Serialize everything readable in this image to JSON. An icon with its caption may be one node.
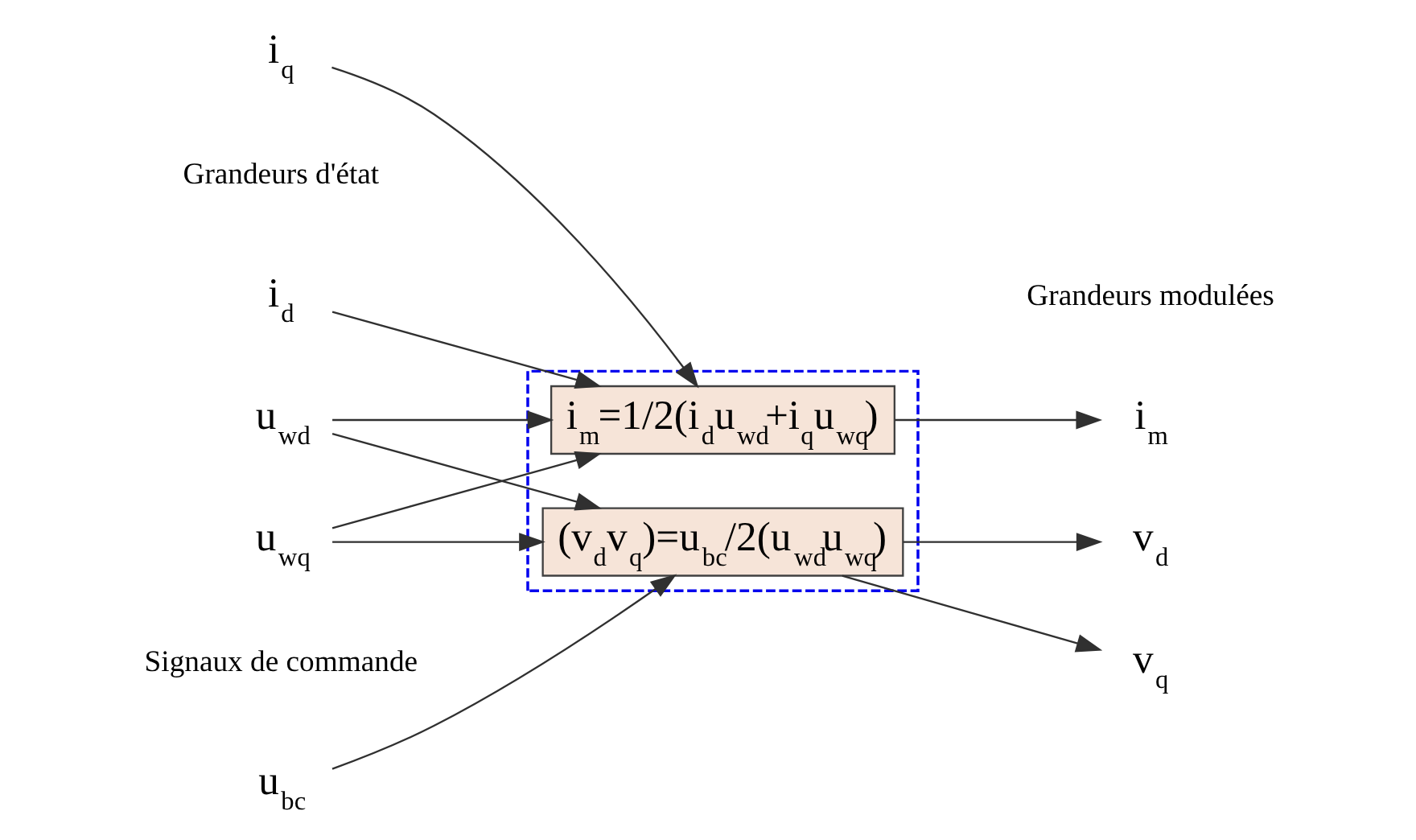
{
  "diagram": {
    "nodes": [
      {
        "text": [],
        "shape": "box"
      },
      {
        "text": [
          "i$_{d}$"
        ]
      },
      {
        "text": [
          "i$_{q}$"
        ]
      },
      {
        "text": [
          "u$_{bc}$"
        ]
      },
      {
        "text": [
          "i$_{m}$=1/2(i$_{d}$u$_{wd}$+i$_{q}$u$_{wq}$)"
        ],
        "in": 0
      },
      {
        "text": [
          "(v$_{d}$v$_{q}$)=u$_{bc}$/2(u$_{wd}$u$_{wq}$)"
        ],
        "in": 0
      },
      {
        "text": [
          "i$_{m}$"
        ]
      },
      {
        "text": [
          "v$_{d}$"
        ]
      },
      {
        "text": [
          "v$_{q}$"
        ]
      },
      {
        "text": [
          "u$_{wd}$"
        ]
      },
      {
        "text": [
          "u$_{wq}$"
        ]
      }
    ],
    "edges": [
      {
        "from": 1,
        "to": 4,
        "arrow": "to"
      },
      {
        "from": 2,
        "to": 4,
        "arrow": "to"
      },
      {
        "from": 3,
        "to": 5,
        "arrow": "to"
      },
      {
        "from": 10,
        "to": 4,
        "arrow": "to"
      },
      {
        "from": 9,
        "to": 4,
        "arrow": "to"
      },
      {
        "from": 9,
        "to": 5,
        "arrow": "to"
      },
      {
        "from": 10,
        "to": 5,
        "arrow": "to"
      },
      {
        "from": 4,
        "to": 6,
        "arrow": "to"
      },
      {
        "from": 5,
        "to": 7,
        "arrow": "to"
      },
      {
        "from": 5,
        "to": 8,
        "arrow": "to"
      }
    ],
    "labels": [
      "Grandeurs d'état",
      "Grandeurs modulées",
      "Signaux de commande"
    ]
  }
}
